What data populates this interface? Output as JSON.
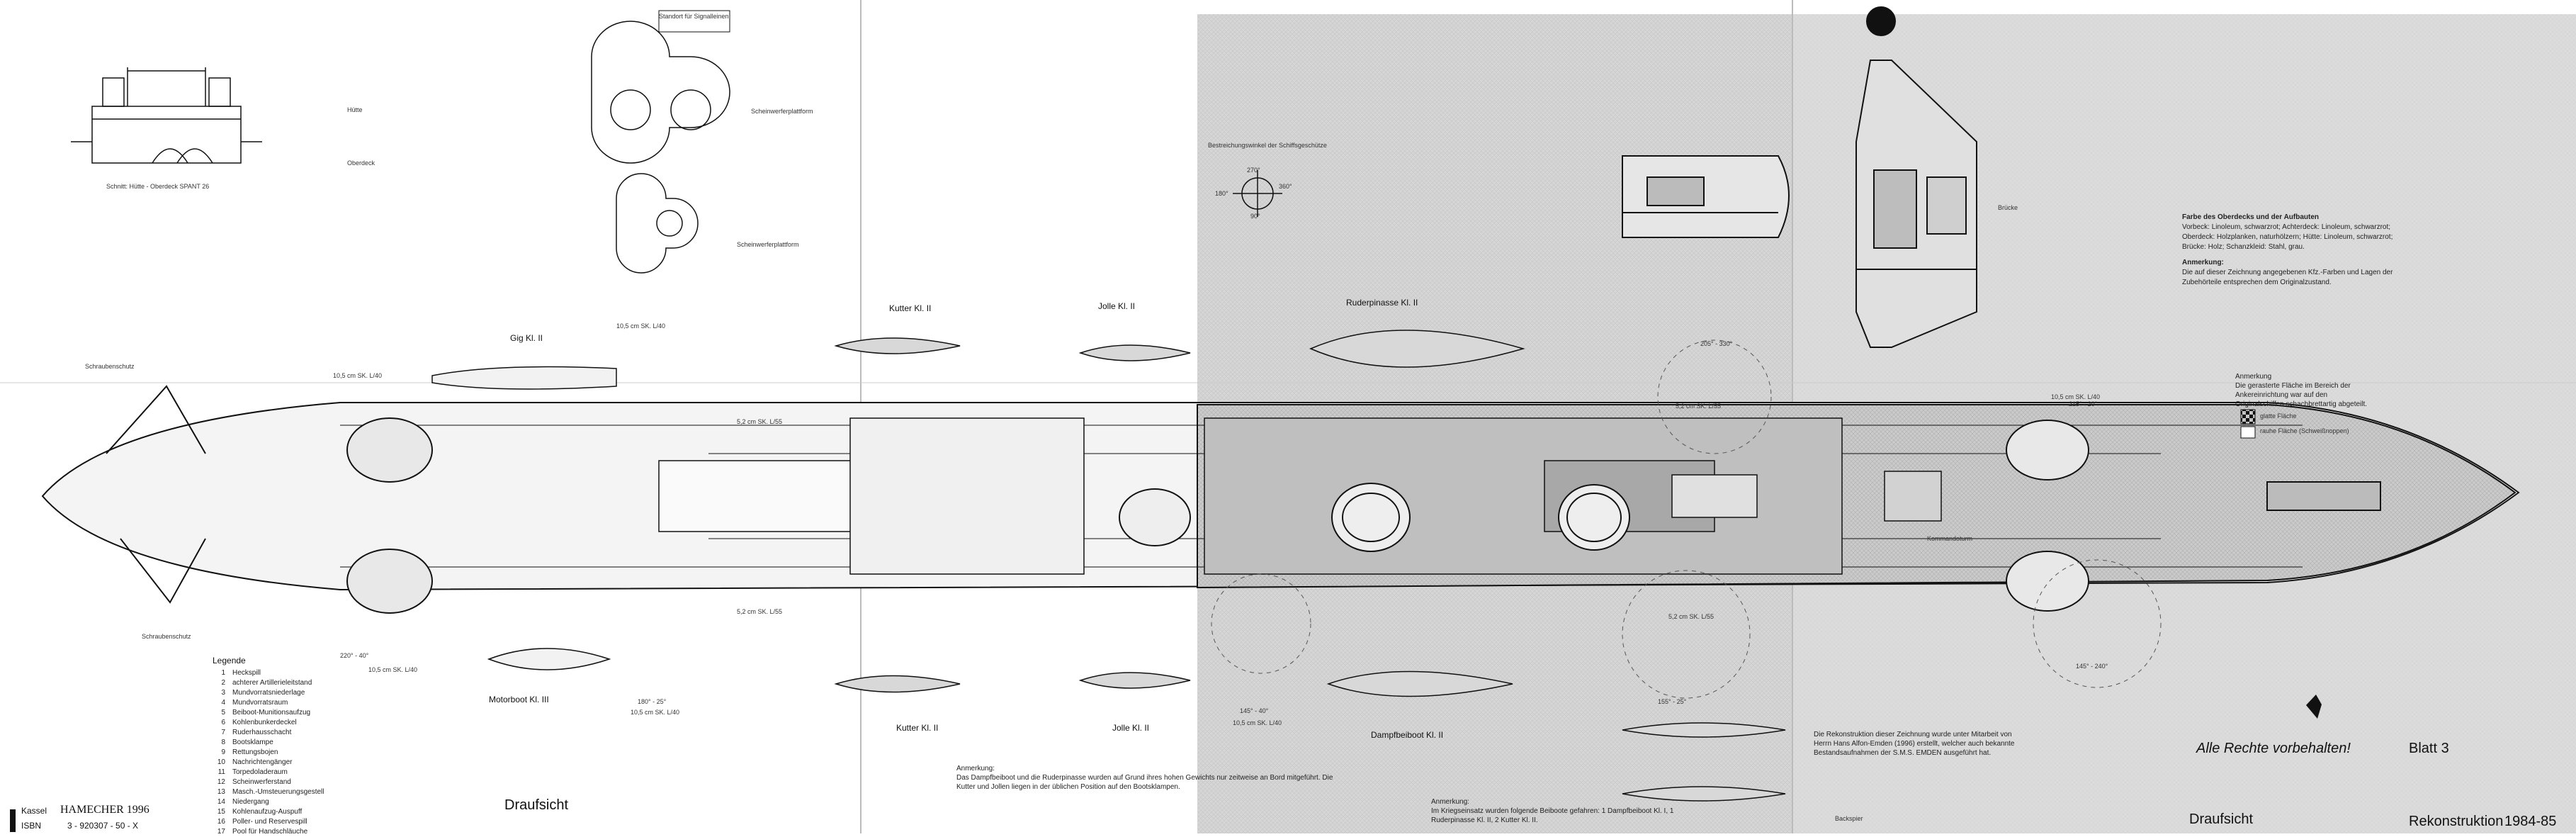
{
  "title_left": "Draufsicht",
  "title_right": "Draufsicht",
  "rights": "Alle Rechte vorbehalten!",
  "sheet": "Blatt 3",
  "reconstruction": "Rekonstruktion",
  "years": "1984-85",
  "publisher": {
    "kassel": "Kassel",
    "name": "HAMECHER 1996",
    "isbn_label": "ISBN",
    "isbn": "3 - 920307 - 50 - X"
  },
  "top_labels": {
    "signal_stand": "Standort für Signalleinen",
    "schnitt": "Schnitt: Hütte - Oberdeck SPANT 26",
    "huette": "Hütte",
    "oberdeck": "Oberdeck",
    "scheinwerfer_1": "Scheinwerferplattform",
    "scheinwerfer_2": "Scheinwerferplattform",
    "bestreichung": "Bestreichungswinkel der Schiffsgeschütze",
    "bruecke": "Brücke",
    "kommandoturm": "Kommandoturm"
  },
  "boats": {
    "gig": "Gig Kl. II",
    "kutter_top": "Kutter Kl. II",
    "jolle_top": "Jolle Kl. II",
    "ruderpinasse": "Ruderpinasse Kl. II",
    "motorboot": "Motorboot Kl. III",
    "kutter_bottom": "Kutter Kl. II",
    "jolle_bottom": "Jolle Kl. II",
    "dampfboot": "Dampfbeiboot Kl. II"
  },
  "guns": {
    "g1": "10,5 cm SK. L/40",
    "g2": "10,5 cm SK. L/40",
    "g3": "10,5 cm SK. L/40",
    "g4": "10,5 cm SK. L/40",
    "g5": "10,5 cm SK. L/40",
    "g6": "10,5 cm SK. L/40",
    "g7": "5,2 cm SK. L/55",
    "g8": "5,2 cm SK. L/55",
    "g9": "5,2 cm SK. L/55",
    "g10": "5,2 cm SK. L/55"
  },
  "angles": {
    "a1": "220° - 40°",
    "a2": "180° - 25°",
    "a3": "145° - 40°",
    "a4": "205° - 330°",
    "a5": "215° - 20°",
    "a6": "155° - 25°",
    "a7": "145° - 240°",
    "a8": "270°",
    "a9": "180°",
    "a10": "90°",
    "a11": "360°"
  },
  "misc": {
    "schraubenschutz_top": "Schraubenschutz",
    "schraubenschutz_bottom": "Schraubenschutz",
    "backspier": "Backspier"
  },
  "legend_title": "Legende",
  "legend": [
    "Heckspill",
    "achterer Artillerieleitstand",
    "Mundvorratsniederlage",
    "Mundvorratsraum",
    "Beiboot-Munitionsaufzug",
    "Kohlenbunkerdeckel",
    "Ruderhausschacht",
    "Bootsklampe",
    "Rettungsbojen",
    "Nachrichtengänger",
    "Torpedoladeraum",
    "Scheinwerferstand",
    "Masch.-Umsteuerungsgestell",
    "Niedergang",
    "Kohlenaufzug-Auspuff",
    "Poller- und Reservespill",
    "Pool für Handschläuche"
  ],
  "notes": {
    "anmerkung_title": "Anmerkung:",
    "anmerkung_text": "Das Dampfbeiboot und die Ruderpinasse wurden auf Grund ihres hohen Gewichts nur zeitweise an Bord mitgeführt. Die Kutter und Jollen liegen in der üblichen Position auf den Bootsklampen.",
    "anmerkung2_title": "Anmerkung:",
    "anmerkung2_text": "Im Kriegseinsatz wurden folgende Beiboote gefahren: 1 Dampfbeiboot Kl. I, 1 Ruderpinasse Kl. II, 2 Kutter Kl. II.",
    "rekon_text": "Die Rekonstruktion dieser Zeichnung wurde unter Mitarbeit von Herrn Hans Alfon-Emden (1996) erstellt, welcher auch bekannte Bestandsaufnahmen der S.M.S. EMDEN ausgeführt hat.",
    "farbe_title": "Farbe des Oberdecks und der Aufbauten",
    "farbe_text": "Vorbeck: Linoleum, schwarzrot; Achterdeck: Linoleum, schwarzrot; Oberdeck: Holzplanken, naturhölzern; Hütte: Linoleum, schwarzrot; Brücke: Holz; Schanzkleid: Stahl, grau.",
    "anmerkung3_title": "Anmerkung:",
    "anmerkung3_text": "Die auf dieser Zeichnung angegebenen Kfz.-Farben und Lagen der Zubehörteile entsprechen dem Originalzustand.",
    "legend2_title": "Anmerkung",
    "legend2_text": "Die gerasterte Fläche im Bereich der Ankereinrichtung war auf den Originalschiffen schachbrettartig abgeteilt.",
    "legend2_a": "glatte Fläche",
    "legend2_b": "rauhe Fläche (Schweißnoppen)"
  }
}
